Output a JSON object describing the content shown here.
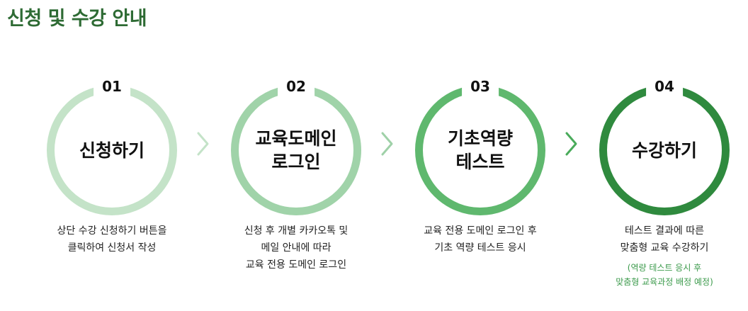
{
  "page": {
    "title": "신청 및 수강 안내"
  },
  "colors": {
    "title": "#2e6b34",
    "ring1": "#c4e3c8",
    "ring2": "#a0d3a9",
    "ring3": "#5fb86e",
    "ring4": "#2f8a3e",
    "note": "#3b9a4b"
  },
  "steps": [
    {
      "number": "01",
      "label_lines": [
        "신청하기"
      ],
      "desc_lines": [
        "상단 수강 신청하기 버튼을",
        "클릭하여 신청서 작성"
      ]
    },
    {
      "number": "02",
      "label_lines": [
        "교육도메인",
        "로그인"
      ],
      "desc_lines": [
        "신청 후 개별 카카오톡 및",
        "메일 안내에 따라",
        "교육 전용 도메인 로그인"
      ]
    },
    {
      "number": "03",
      "label_lines": [
        "기초역량",
        "테스트"
      ],
      "desc_lines": [
        "교육 전용 도메인 로그인 후",
        "기초 역량 테스트 응시"
      ]
    },
    {
      "number": "04",
      "label_lines": [
        "수강하기"
      ],
      "desc_lines": [
        "테스트 결과에 따른",
        "맞춤형 교육 수강하기"
      ],
      "note_lines": [
        "(역량 테스트 응시 후",
        "맞춤형 교육과정 배정 예정)"
      ]
    }
  ],
  "icons": {
    "arrow": "chevron-right-icon"
  }
}
